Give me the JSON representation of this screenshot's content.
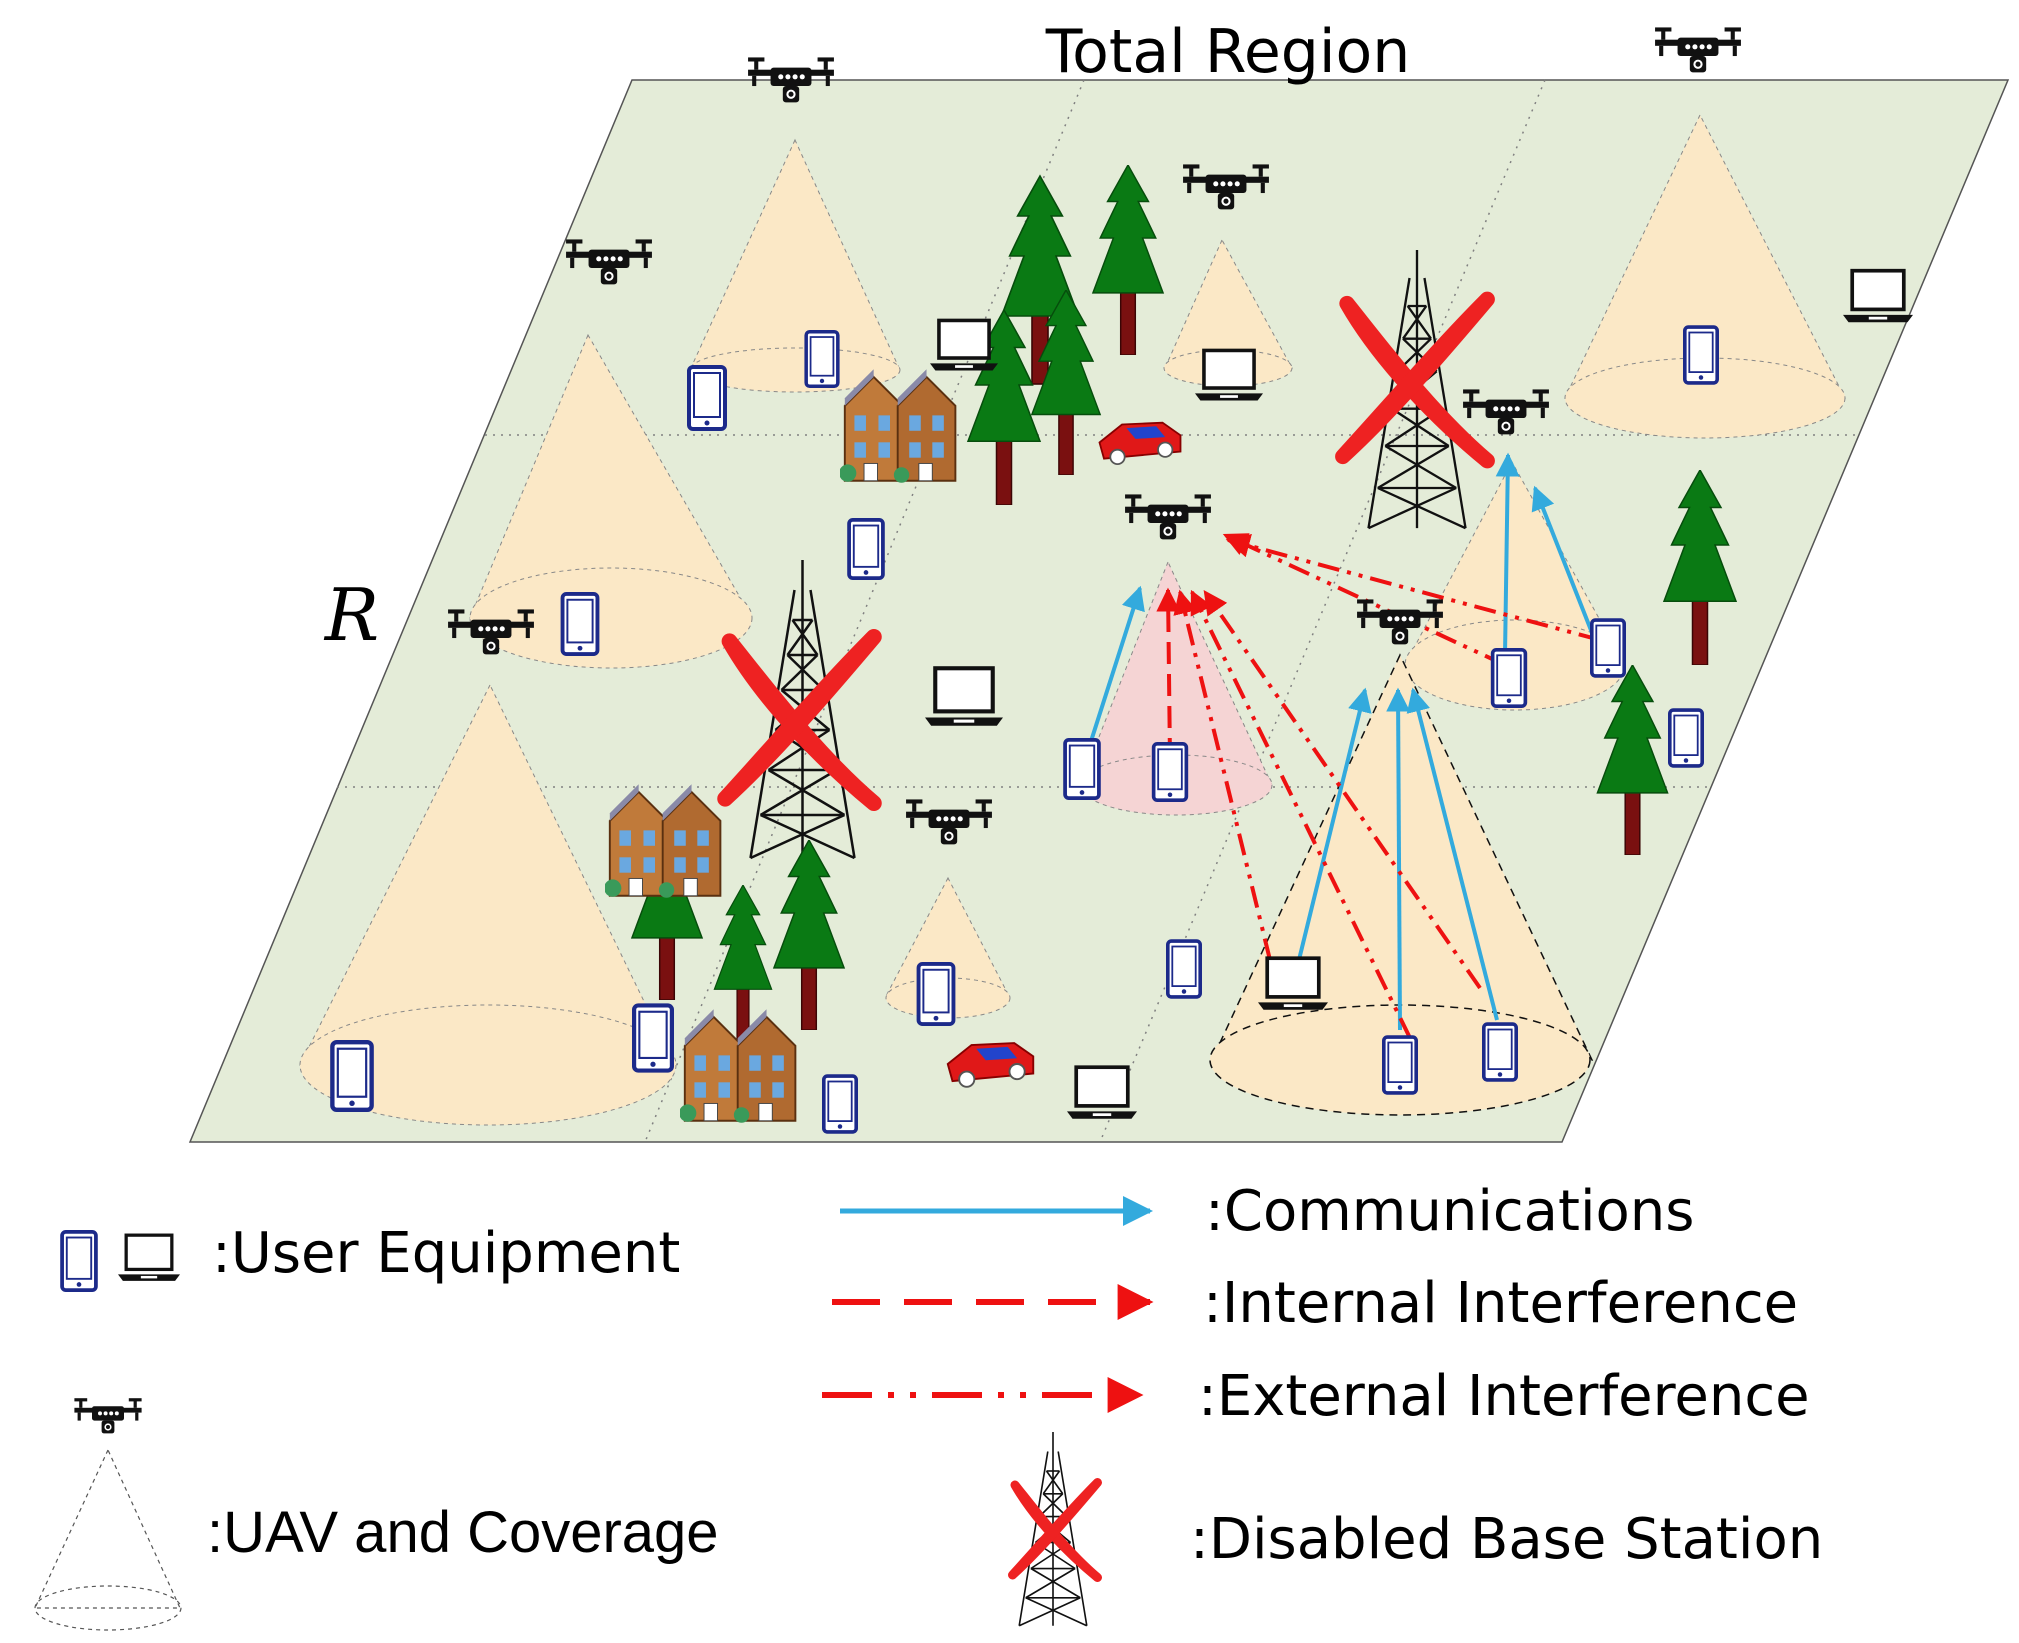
{
  "diagram": {
    "title": "Total Region",
    "region_label": "R"
  },
  "legend": {
    "user_equipment": ":User Equipment",
    "uav_coverage": ":UAV and Coverage",
    "communications": ":Communications",
    "internal_interference": ":Internal Interference",
    "external_interference": ":External Interference",
    "disabled_base_station": ":Disabled Base Station"
  },
  "colors": {
    "ground": "#e4ecd8",
    "grid_line": "#808080",
    "cone_fill": "#fbe8c6",
    "cone_active": "#f5d4d4",
    "communication": "#33aadd",
    "interference": "#ee1111",
    "disabled_mark": "#ee2222",
    "tree": "#0a7a14",
    "trunk": "#7a1010",
    "device": "#1c2a8a",
    "car": "#e01818"
  },
  "icons": [
    "uav-icon",
    "phone-icon",
    "laptop-icon",
    "tree-icon",
    "house-icon",
    "car-icon",
    "tower-icon"
  ]
}
